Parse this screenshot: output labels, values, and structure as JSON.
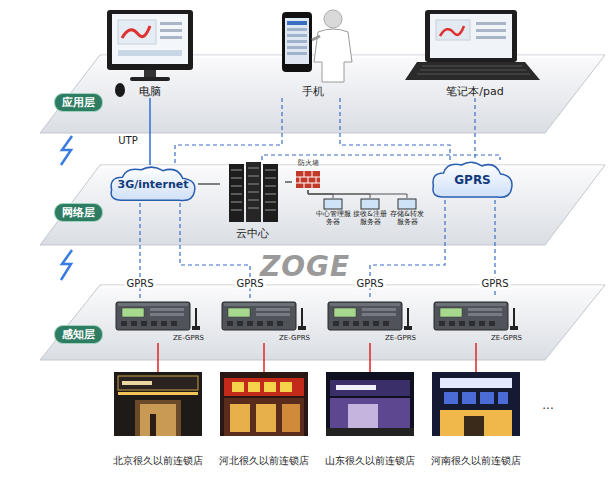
{
  "diagram": {
    "nodes": [
      {
        "text": [
          "应用层"
        ]
      },
      {
        "text": [
          "电脑"
        ],
        "in": 0
      },
      {
        "text": [
          "手机"
        ],
        "in": 0
      },
      {
        "text": [
          "笔记本/pad"
        ],
        "in": 0
      },
      {
        "text": [
          "网络层"
        ]
      },
      {
        "text": [
          "3G/internet"
        ],
        "in": 4
      },
      {
        "text": [
          "云中心"
        ],
        "in": 4
      },
      {
        "text": [
          "防火墙"
        ],
        "in": 4
      },
      {
        "text": [
          "中心管理服务器"
        ],
        "in": 4
      },
      {
        "text": [
          "接收&注册服务器"
        ],
        "in": 4
      },
      {
        "text": [
          "存储&转发服务器"
        ],
        "in": 4
      },
      {
        "text": [
          "GPRS"
        ],
        "in": 4
      },
      {
        "text": [
          "感知层"
        ]
      },
      {
        "text": [
          "ZE-GPRS"
        ],
        "in": 12
      },
      {
        "text": [
          "ZE-GPRS"
        ],
        "in": 12
      },
      {
        "text": [
          "ZE-GPRS"
        ],
        "in": 12
      },
      {
        "text": [
          "ZE-GPRS"
        ],
        "in": 12
      },
      {
        "text": [
          "北京很久以前连锁店"
        ]
      },
      {
        "text": [
          "河北很久以前连锁店"
        ]
      },
      {
        "text": [
          "山东很久以前连锁店"
        ]
      },
      {
        "text": [
          "河南很久以前连锁店"
        ]
      }
    ],
    "edges": [
      {
        "from": 1,
        "to": 5,
        "label": "UTP",
        "arrow": "none"
      },
      {
        "from": 2,
        "to": 5,
        "arrow": "none"
      },
      {
        "from": 2,
        "to": 11,
        "arrow": "none"
      },
      {
        "from": 3,
        "to": 11,
        "arrow": "none"
      },
      {
        "from": 5,
        "to": 6,
        "arrow": "none"
      },
      {
        "from": 6,
        "to": 7,
        "arrow": "none"
      },
      {
        "from": 7,
        "to": 8,
        "arrow": "none"
      },
      {
        "from": 7,
        "to": 9,
        "arrow": "none"
      },
      {
        "from": 7,
        "to": 10,
        "arrow": "none"
      },
      {
        "from": 6,
        "to": 11,
        "arrow": "none"
      },
      {
        "from": 5,
        "to": 13,
        "label": "GPRS",
        "arrow": "none"
      },
      {
        "from": 5,
        "to": 14,
        "label": "GPRS",
        "arrow": "none"
      },
      {
        "from": 11,
        "to": 15,
        "label": "GPRS",
        "arrow": "none"
      },
      {
        "from": 11,
        "to": 16,
        "label": "GPRS",
        "arrow": "none"
      },
      {
        "from": 13,
        "to": 17,
        "arrow": "none"
      },
      {
        "from": 14,
        "to": 18,
        "arrow": "none"
      },
      {
        "from": 15,
        "to": 19,
        "arrow": "none"
      },
      {
        "from": 16,
        "to": 20,
        "arrow": "none"
      }
    ],
    "labels": [
      "ZOGE",
      "..."
    ]
  }
}
